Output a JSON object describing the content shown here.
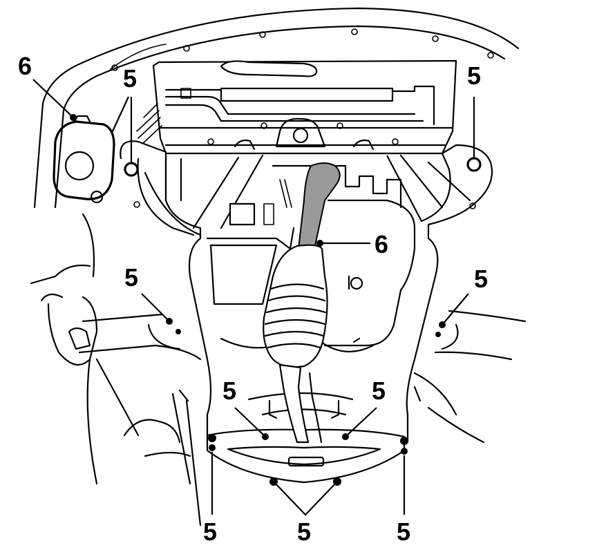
{
  "callouts": {
    "engine_mount_top_left": "6",
    "exhaust_right": "6",
    "bolt_top_left": "5",
    "bolt_top_right": "5",
    "bolt_mid_left": "5",
    "bolt_mid_right": "5",
    "bolt_center_left": "5",
    "bolt_center_right": "5",
    "bolt_bottom_left": "5",
    "bolt_bottom_center": "5",
    "bolt_bottom_right": "5"
  }
}
